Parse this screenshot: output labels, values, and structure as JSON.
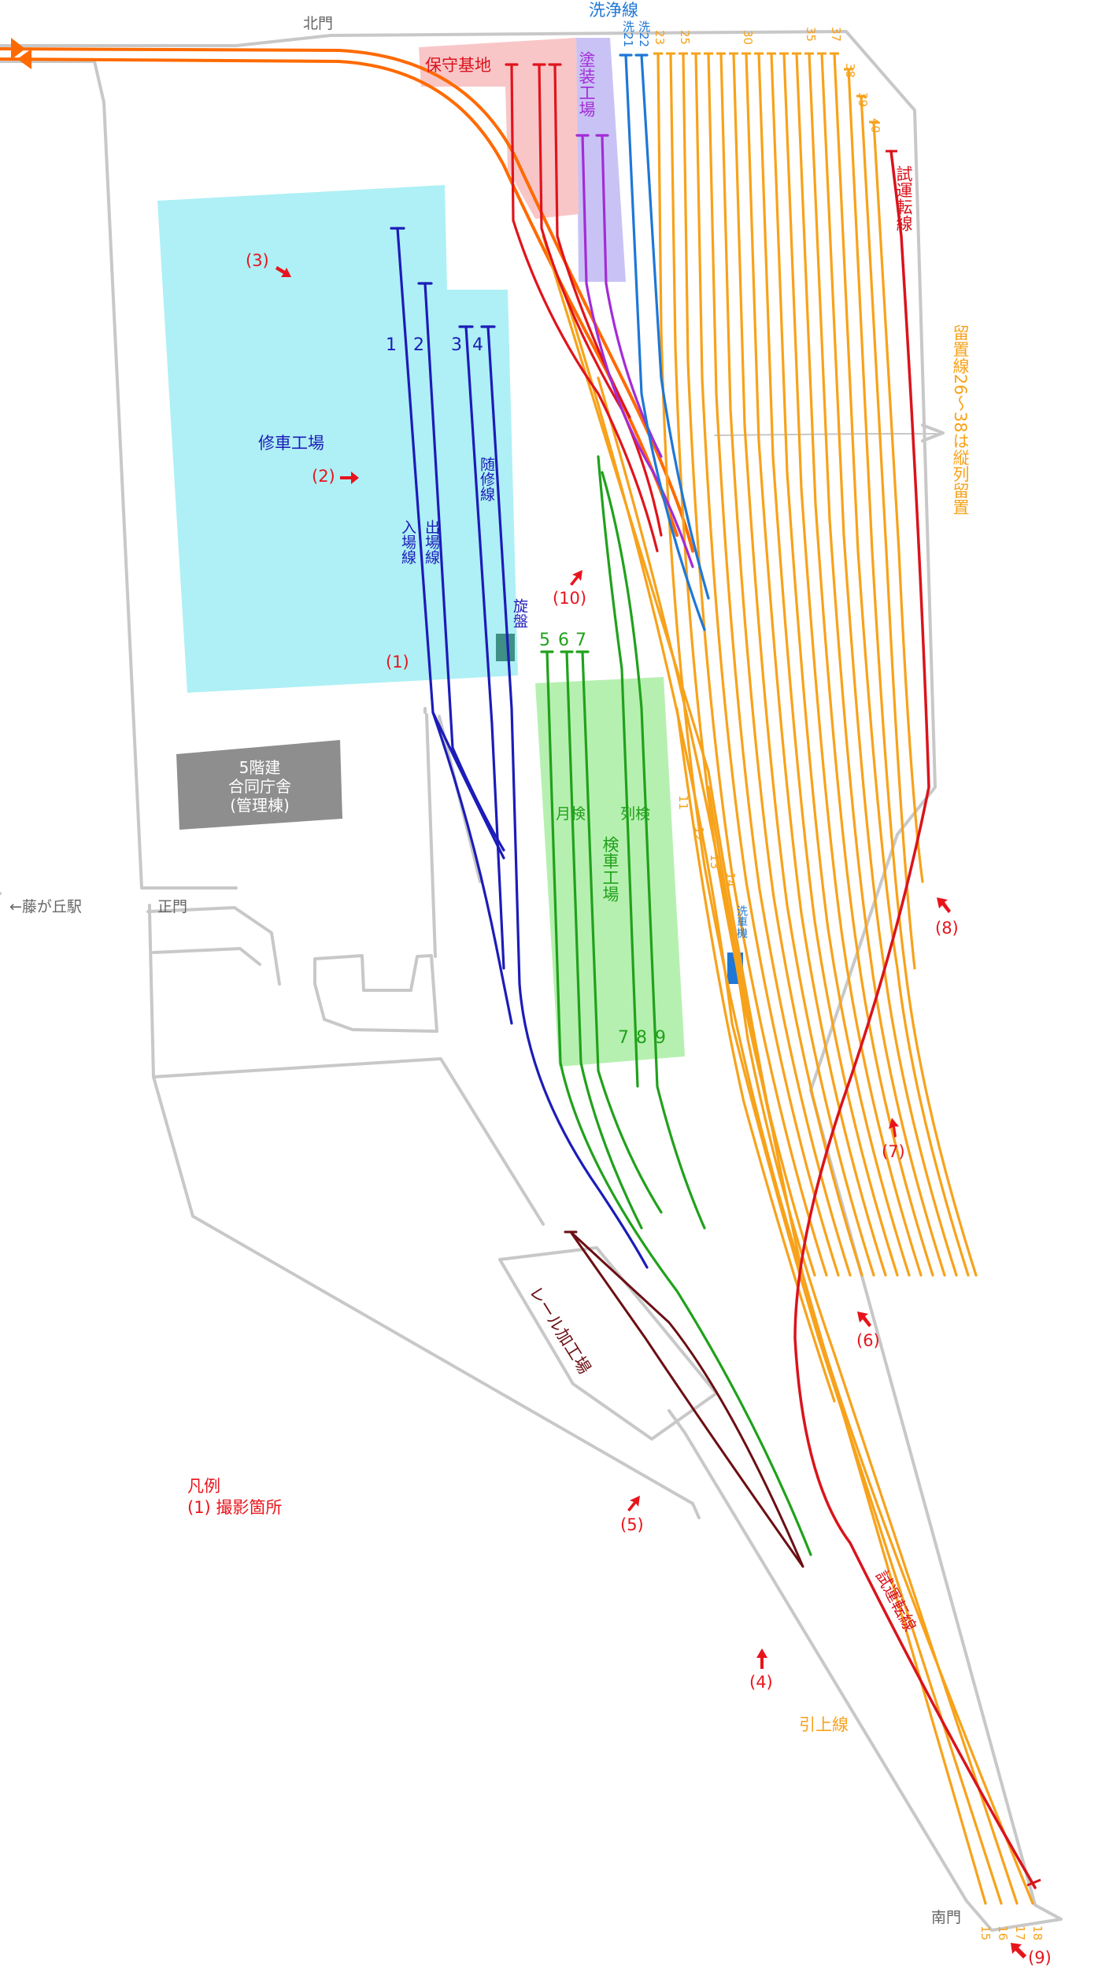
{
  "colors": {
    "boundary": "#c8c8c8",
    "main_line": "#ff6a00",
    "storage": "#f7a21b",
    "test_run": "#d9141c",
    "maintenance_base": "#e0141c",
    "paint_shop": "#a32cd6",
    "wash": "#1f77d6",
    "repair": "#1c1cb8",
    "inspection": "#21a11c",
    "rail_works": "#6b0f14",
    "repair_area": "#aef0f5",
    "inspection_area": "#b6f0b0",
    "paint_area": "#c9c3f5",
    "base_area": "#f9c6c8",
    "office": "#8e8e8e",
    "marker": "#e8141c"
  },
  "gates": {
    "north": "北門",
    "main": "正門",
    "south": "南門"
  },
  "station": "←藤が丘駅",
  "zones": {
    "maintenance_base": "保守基地",
    "wash_line": "洗浄線",
    "paint_shop": "塗装工場",
    "repair_shop": "修車工場",
    "inspection_shop": "検車工場",
    "office": [
      "5階建",
      "合同庁舎",
      "(管理棟)"
    ],
    "rail_works": "レール加工場",
    "lathe": "旋盤",
    "wash_machine": "洗車機",
    "monthly_check": "月検",
    "train_check": "列検"
  },
  "repair_tracks": {
    "numbers": [
      "1",
      "2",
      "3",
      "4"
    ],
    "entry": "入場線",
    "exit": "出場線",
    "maintenance": "随修線"
  },
  "inspection_tracks": {
    "upper": [
      "5",
      "6",
      "7"
    ],
    "lower": [
      "7",
      "8",
      "9"
    ]
  },
  "wash_tracks": [
    "洗21",
    "洗22"
  ],
  "storage_tracks": [
    "23",
    "25",
    "30",
    "35",
    "37",
    "38",
    "39",
    "40"
  ],
  "middle_tracks": [
    "11",
    "12",
    "13",
    "14"
  ],
  "south_tracks": [
    "15",
    "16",
    "17",
    "18"
  ],
  "labels": {
    "test_run_upper": "試運転線",
    "test_run_lower": "試運転線",
    "storage_note": "留置線26〜38は縦列留置",
    "pull_out": "引上線"
  },
  "photo_points": [
    "(1)",
    "(2)",
    "(3)",
    "(4)",
    "(5)",
    "(6)",
    "(7)",
    "(8)",
    "(9)",
    "(10)"
  ],
  "legend": {
    "title": "凡例",
    "item": "(1) 撮影箇所"
  }
}
